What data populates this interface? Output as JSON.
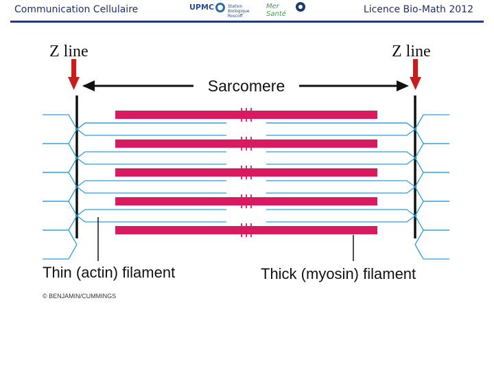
{
  "header": {
    "left_title": "Communication Cellulaire",
    "right_title": "Licence Bio-Math 2012",
    "logos": {
      "upmc": "UPMC",
      "station": "Station Biologique Roscoff",
      "mer_sante": "Mer Santé"
    }
  },
  "diagram": {
    "zline_left_label": "Z line",
    "zline_right_label": "Z line",
    "sarcomere_label": "Sarcomere",
    "thin_label": "Thin (actin) filament",
    "thick_label": "Thick (myosin) filament",
    "credit": "© BENJAMIN/CUMMINGS"
  },
  "colors": {
    "header_text": "#1f2d6b",
    "thick_filament": "#d81b60",
    "thin_filament": "#2a9fd6",
    "arrow_red": "#c41e1e"
  }
}
